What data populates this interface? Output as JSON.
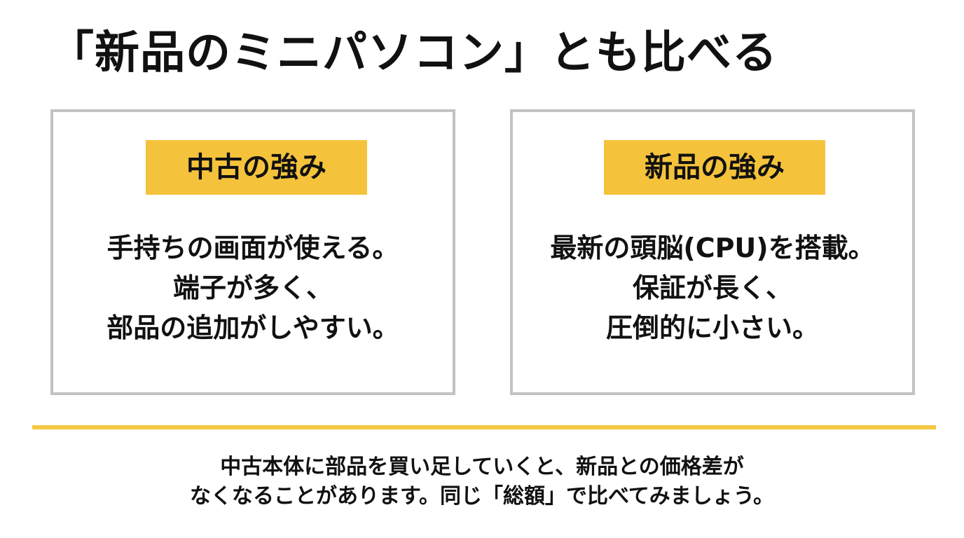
{
  "title": "「新品のミニパソコン」とも比べる",
  "cards": [
    {
      "badge": "中古の強み",
      "lines": [
        "手持ちの画面が使える。",
        "端子が多く、",
        "部品の追加がしやすい。"
      ]
    },
    {
      "badge": "新品の強み",
      "lines": [
        "最新の頭脳(CPU)を搭載。",
        "保証が長く、",
        "圧倒的に小さい。"
      ]
    }
  ],
  "note": {
    "lines": [
      "中古本体に部品を買い足していくと、新品との価格差が",
      "なくなることがあります。同じ「総額」で比べてみましょう。"
    ]
  },
  "colors": {
    "accent": "#f5c33b",
    "divider": "#f5c842",
    "card_border": "#c2c2c2",
    "text": "#111111"
  }
}
